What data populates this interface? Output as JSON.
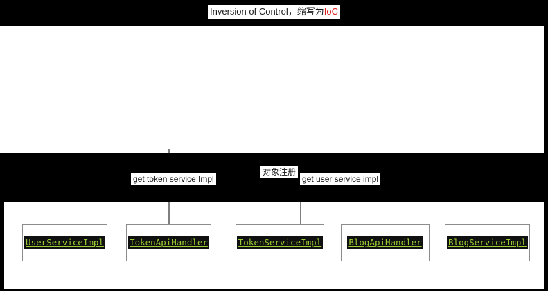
{
  "title": {
    "text_main": "Inversion of Control，缩写为",
    "text_accent": "IoC"
  },
  "colors": {
    "background": "#000000",
    "panel": "#ffffff",
    "accent_red": "#e01b1b",
    "code_green": "#9ccc33",
    "code_chip_bg": "#101010",
    "box_border": "#8c8c8c",
    "connector": "#7f7f7f"
  },
  "band_labels": [
    {
      "name": "get-token-service-impl",
      "text": "get token service Impl"
    },
    {
      "name": "object-register",
      "text": "对象注册"
    },
    {
      "name": "get-user-service-impl",
      "text": "get user service impl"
    }
  ],
  "class_boxes": [
    {
      "name": "user-service-impl",
      "label": "UserServiceImpl"
    },
    {
      "name": "token-api-handler",
      "label": "TokenApiHandler"
    },
    {
      "name": "token-service-impl",
      "label": "TokenServiceImpl"
    },
    {
      "name": "blog-api-handler",
      "label": "BlogApiHandler"
    },
    {
      "name": "blog-service-impl",
      "label": "BlogServiceImpl"
    }
  ]
}
